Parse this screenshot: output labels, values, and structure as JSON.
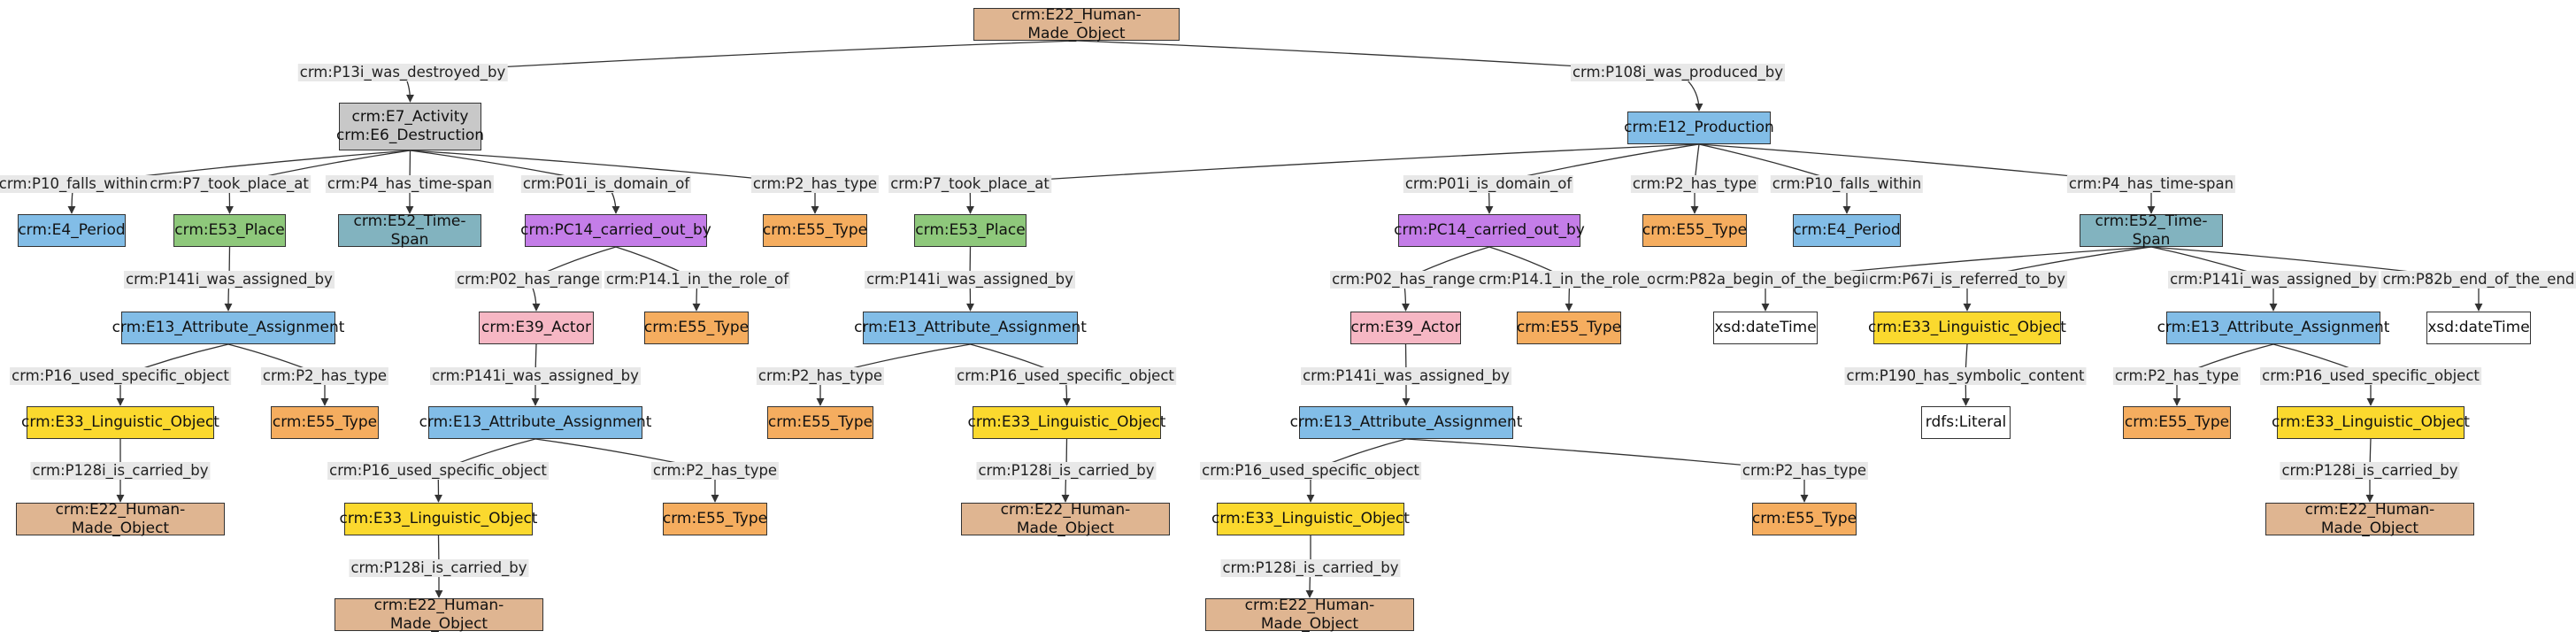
{
  "colors": {
    "human_made_object": "#dfb591",
    "activity": "#c8c8c8",
    "event": "#82bde7",
    "place": "#8ec87b",
    "time_span": "#82b3bf",
    "pc_node": "#c47de8",
    "type": "#f5ad5f",
    "actor": "#f6b7c4",
    "linguistic_object": "#fbd92e",
    "literal": "#ffffff"
  },
  "nodes": [
    {
      "id": "n0",
      "label": "crm:E22_Human-Made_Object",
      "kind": "human_made_object"
    },
    {
      "id": "n1",
      "label": "crm:E7_Activity\ncrm:E6_Destruction",
      "kind": "activity"
    },
    {
      "id": "n2",
      "label": "crm:E12_Production",
      "kind": "event"
    },
    {
      "id": "n3",
      "label": "crm:E4_Period",
      "kind": "event"
    },
    {
      "id": "n4",
      "label": "crm:E53_Place",
      "kind": "place"
    },
    {
      "id": "n5",
      "label": "crm:E52_Time-Span",
      "kind": "time_span"
    },
    {
      "id": "n6",
      "label": "crm:PC14_carried_out_by",
      "kind": "pc_node"
    },
    {
      "id": "n7",
      "label": "crm:E55_Type",
      "kind": "type"
    },
    {
      "id": "n8",
      "label": "crm:E53_Place",
      "kind": "place"
    },
    {
      "id": "n9",
      "label": "crm:PC14_carried_out_by",
      "kind": "pc_node"
    },
    {
      "id": "n10",
      "label": "crm:E55_Type",
      "kind": "type"
    },
    {
      "id": "n11",
      "label": "crm:E4_Period",
      "kind": "event"
    },
    {
      "id": "n12",
      "label": "crm:E52_Time-Span",
      "kind": "time_span"
    },
    {
      "id": "n13",
      "label": "crm:E13_Attribute_Assignment",
      "kind": "event"
    },
    {
      "id": "n14",
      "label": "crm:E39_Actor",
      "kind": "actor"
    },
    {
      "id": "n15",
      "label": "crm:E55_Type",
      "kind": "type"
    },
    {
      "id": "n16",
      "label": "crm:E13_Attribute_Assignment",
      "kind": "event"
    },
    {
      "id": "n17",
      "label": "crm:E39_Actor",
      "kind": "actor"
    },
    {
      "id": "n18",
      "label": "crm:E55_Type",
      "kind": "type"
    },
    {
      "id": "n19",
      "label": "xsd:dateTime",
      "kind": "literal"
    },
    {
      "id": "n20",
      "label": "crm:E33_Linguistic_Object",
      "kind": "linguistic_object"
    },
    {
      "id": "n21",
      "label": "crm:E13_Attribute_Assignment",
      "kind": "event"
    },
    {
      "id": "n22",
      "label": "xsd:dateTime",
      "kind": "literal"
    },
    {
      "id": "n23",
      "label": "crm:E33_Linguistic_Object",
      "kind": "linguistic_object"
    },
    {
      "id": "n24",
      "label": "crm:E55_Type",
      "kind": "type"
    },
    {
      "id": "n25",
      "label": "crm:E13_Attribute_Assignment",
      "kind": "event"
    },
    {
      "id": "n26",
      "label": "crm:E55_Type",
      "kind": "type"
    },
    {
      "id": "n27",
      "label": "crm:E33_Linguistic_Object",
      "kind": "linguistic_object"
    },
    {
      "id": "n28",
      "label": "crm:E13_Attribute_Assignment",
      "kind": "event"
    },
    {
      "id": "n29",
      "label": "rdfs:Literal",
      "kind": "literal"
    },
    {
      "id": "n30",
      "label": "crm:E55_Type",
      "kind": "type"
    },
    {
      "id": "n31",
      "label": "crm:E33_Linguistic_Object",
      "kind": "linguistic_object"
    },
    {
      "id": "n32",
      "label": "crm:E22_Human-Made_Object",
      "kind": "human_made_object"
    },
    {
      "id": "n33",
      "label": "crm:E33_Linguistic_Object",
      "kind": "linguistic_object"
    },
    {
      "id": "n34",
      "label": "crm:E55_Type",
      "kind": "type"
    },
    {
      "id": "n35",
      "label": "crm:E22_Human-Made_Object",
      "kind": "human_made_object"
    },
    {
      "id": "n36",
      "label": "crm:E22_Human-Made_Object",
      "kind": "human_made_object"
    },
    {
      "id": "n37",
      "label": "crm:E33_Linguistic_Object",
      "kind": "linguistic_object"
    },
    {
      "id": "n38",
      "label": "crm:E55_Type",
      "kind": "type"
    },
    {
      "id": "n39",
      "label": "crm:E22_Human-Made_Object",
      "kind": "human_made_object"
    },
    {
      "id": "n40",
      "label": "crm:E22_Human-Made_Object",
      "kind": "human_made_object"
    }
  ],
  "edges": [
    {
      "from": "n0",
      "to": "n1",
      "label": "crm:P13i_was_destroyed_by"
    },
    {
      "from": "n0",
      "to": "n2",
      "label": "crm:P108i_was_produced_by"
    },
    {
      "from": "n1",
      "to": "n3",
      "label": "crm:P10_falls_within"
    },
    {
      "from": "n1",
      "to": "n4",
      "label": "crm:P7_took_place_at"
    },
    {
      "from": "n1",
      "to": "n5",
      "label": "crm:P4_has_time-span"
    },
    {
      "from": "n1",
      "to": "n6",
      "label": "crm:P01i_is_domain_of"
    },
    {
      "from": "n1",
      "to": "n7",
      "label": "crm:P2_has_type"
    },
    {
      "from": "n2",
      "to": "n8",
      "label": "crm:P7_took_place_at"
    },
    {
      "from": "n2",
      "to": "n9",
      "label": "crm:P01i_is_domain_of"
    },
    {
      "from": "n2",
      "to": "n10",
      "label": "crm:P2_has_type"
    },
    {
      "from": "n2",
      "to": "n11",
      "label": "crm:P10_falls_within"
    },
    {
      "from": "n2",
      "to": "n12",
      "label": "crm:P4_has_time-span"
    },
    {
      "from": "n4",
      "to": "n13",
      "label": "crm:P141i_was_assigned_by"
    },
    {
      "from": "n6",
      "to": "n14",
      "label": "crm:P02_has_range"
    },
    {
      "from": "n6",
      "to": "n15",
      "label": "crm:P14.1_in_the_role_of"
    },
    {
      "from": "n8",
      "to": "n16",
      "label": "crm:P141i_was_assigned_by"
    },
    {
      "from": "n9",
      "to": "n17",
      "label": "crm:P02_has_range"
    },
    {
      "from": "n9",
      "to": "n18",
      "label": "crm:P14.1_in_the_role_of"
    },
    {
      "from": "n12",
      "to": "n19",
      "label": "crm:P82a_begin_of_the_begin"
    },
    {
      "from": "n12",
      "to": "n20",
      "label": "crm:P67i_is_referred_to_by"
    },
    {
      "from": "n12",
      "to": "n21",
      "label": "crm:P141i_was_assigned_by"
    },
    {
      "from": "n12",
      "to": "n22",
      "label": "crm:P82b_end_of_the_end"
    },
    {
      "from": "n13",
      "to": "n23",
      "label": "crm:P16_used_specific_object"
    },
    {
      "from": "n13",
      "to": "n24",
      "label": "crm:P2_has_type"
    },
    {
      "from": "n14",
      "to": "n25",
      "label": "crm:P141i_was_assigned_by"
    },
    {
      "from": "n16",
      "to": "n26",
      "label": "crm:P2_has_type"
    },
    {
      "from": "n16",
      "to": "n27",
      "label": "crm:P16_used_specific_object"
    },
    {
      "from": "n17",
      "to": "n28",
      "label": "crm:P141i_was_assigned_by"
    },
    {
      "from": "n20",
      "to": "n29",
      "label": "crm:P190_has_symbolic_content"
    },
    {
      "from": "n21",
      "to": "n30",
      "label": "crm:P2_has_type"
    },
    {
      "from": "n21",
      "to": "n31",
      "label": "crm:P16_used_specific_object"
    },
    {
      "from": "n23",
      "to": "n32",
      "label": "crm:P128i_is_carried_by"
    },
    {
      "from": "n25",
      "to": "n33",
      "label": "crm:P16_used_specific_object"
    },
    {
      "from": "n25",
      "to": "n34",
      "label": "crm:P2_has_type"
    },
    {
      "from": "n27",
      "to": "n35",
      "label": "crm:P128i_is_carried_by"
    },
    {
      "from": "n31",
      "to": "n36",
      "label": "crm:P128i_is_carried_by"
    },
    {
      "from": "n28",
      "to": "n37",
      "label": "crm:P16_used_specific_object"
    },
    {
      "from": "n28",
      "to": "n38",
      "label": "crm:P2_has_type"
    },
    {
      "from": "n33",
      "to": "n39",
      "label": "crm:P128i_is_carried_by"
    },
    {
      "from": "n37",
      "to": "n40",
      "label": "crm:P128i_is_carried_by"
    }
  ]
}
